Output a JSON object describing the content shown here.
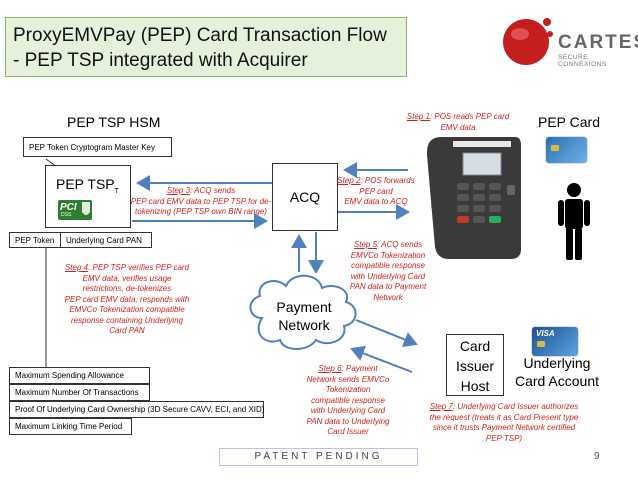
{
  "title": {
    "line1": "ProxyEMVPay (PEP) Card Transaction Flow",
    "line2": "- PEP TSP integrated with Acquirer"
  },
  "logo": {
    "name": "CARTES",
    "tagline": "SECURE CONNEXIONS"
  },
  "hsm_header": "PEP TSP HSM",
  "master_key": "PEP Token Cryptogram Master Key",
  "tsp_label": "PEP TSP",
  "tsp_sub": "T",
  "pci_logo": {
    "text": "PCI",
    "sub": "DSS"
  },
  "acq_label": "ACQ",
  "pep_card_header": "PEP Card",
  "card_brand": "VISA",
  "token_table": {
    "col1": "PEP Token",
    "col2": "Underlying Card PAN"
  },
  "payment_network": {
    "line1": "Payment",
    "line2": "Network"
  },
  "issuer": {
    "line1": "Card",
    "line2": "Issuer",
    "line3": "Host"
  },
  "underlying_account": {
    "line1": "Underlying",
    "line2": "Card Account"
  },
  "steps": {
    "step1": {
      "label": "Step 1",
      "lines": [
        ": POS reads PEP card",
        "EMV data"
      ]
    },
    "step2": {
      "label": "Step 2",
      "lines": [
        ": POS forwards",
        "PEP card",
        "EMV data to ACQ"
      ]
    },
    "step3": {
      "label": "Step 3",
      "lines": [
        ": ACQ sends",
        "PEP card EMV data to PEP TSP for de-",
        "tokenizing (PEP TSP own BIN range)"
      ]
    },
    "step4": {
      "label": "Step 4",
      "lines": [
        ": PEP TSP verifies PEP card",
        "EMV data, verifies usage",
        "restrictions, de-tokenizes",
        "PEP card EMV data, responds with",
        "EMVCo Tokenization compatible",
        "response containing Underlying",
        "Card PAN"
      ]
    },
    "step5": {
      "label": "Step 5",
      "lines": [
        ": ACQ sends",
        "EMVCo Tokenization",
        "compatible response",
        "with Underlying Card",
        "PAN data to Payment",
        "Network"
      ]
    },
    "step6": {
      "label": "Step 6",
      "lines": [
        ": Payment",
        "Network sends EMVCo",
        "Tokenization",
        "compatible response",
        "with Underlying Card",
        "PAN data to Underlying",
        "Card Issuer"
      ]
    },
    "step7": {
      "label": "Step 7",
      "lines": [
        ": Underlying Card Issuer authorizes",
        "the request (treats it as Card Present type",
        "since it trusts Payment Network certified",
        "PEP TSP)"
      ]
    }
  },
  "restrictions": [
    "Maximum Spending Allowance",
    "Maximum Number Of Transactions",
    "Proof Of Underlying Card Ownership (3D Secure CAVV, ECI, and XID)",
    "Maximum Linking Time Period"
  ],
  "footer": "PATENT PENDING",
  "page_number": "9",
  "colors": {
    "step_red": "#d41f1f",
    "arrow_blue": "#4f81bd",
    "title_bg": "#e6f1dc",
    "logo_red": "#c41e1e"
  }
}
